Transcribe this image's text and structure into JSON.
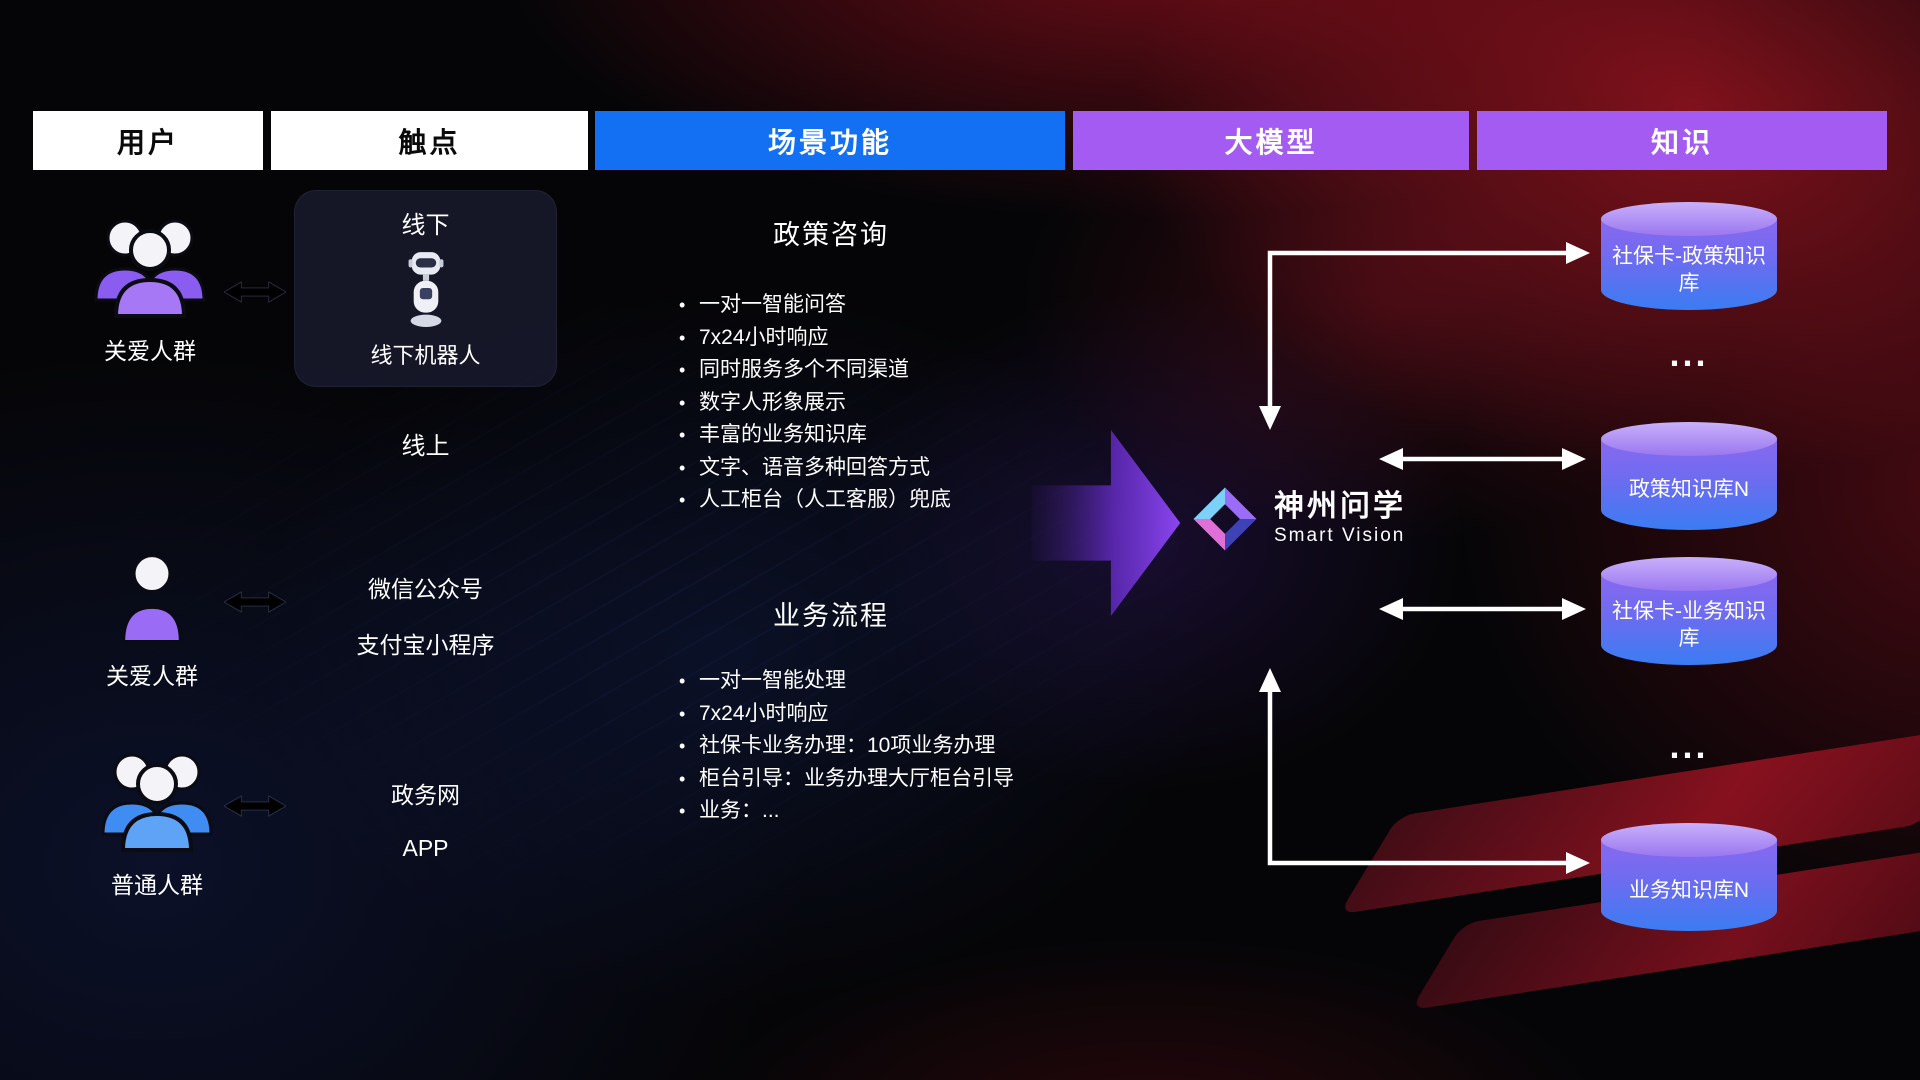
{
  "header": {
    "columns": [
      {
        "label": "用户",
        "style": "white"
      },
      {
        "label": "触点",
        "style": "white"
      },
      {
        "label": "场景功能",
        "style": "blue"
      },
      {
        "label": "大模型",
        "style": "purple"
      },
      {
        "label": "知识",
        "style": "purple"
      }
    ]
  },
  "users": [
    {
      "label": "关爱人群",
      "icon": "people-group",
      "color": "purple"
    },
    {
      "label": "关爱人群",
      "icon": "person",
      "color": "purple"
    },
    {
      "label": "普通人群",
      "icon": "people-group",
      "color": "blue"
    }
  ],
  "touchpoints": {
    "offline_title": "线下",
    "offline_robot": "线下机器人",
    "online_title": "线上",
    "channels": [
      "微信公众号",
      "支付宝小程序",
      "政务网",
      "APP"
    ]
  },
  "scenarios": [
    {
      "title": "政策咨询",
      "items": [
        "一对一智能问答",
        "7x24小时响应",
        "同时服务多个不同渠道",
        "数字人形象展示",
        "丰富的业务知识库",
        "文字、语音多种回答方式",
        "人工柜台（人工客服）兜底"
      ]
    },
    {
      "title": "业务流程",
      "items": [
        "一对一智能处理",
        "7x24小时响应",
        "社保卡业务办理：10项业务办理",
        "柜台引导：业务办理大厅柜台引导",
        "业务：..."
      ]
    }
  ],
  "model": {
    "name": "神州问学",
    "subtitle": "Smart Vision"
  },
  "knowledge": {
    "items": [
      {
        "type": "database",
        "label": "社保卡-政策知识库"
      },
      {
        "type": "ellipsis",
        "label": "..."
      },
      {
        "type": "database",
        "label": "政策知识库N"
      },
      {
        "type": "database",
        "label": "社保卡-业务知识库"
      },
      {
        "type": "ellipsis",
        "label": "..."
      },
      {
        "type": "database",
        "label": "业务知识库N"
      }
    ]
  },
  "colors": {
    "header_blue": "#1370f2",
    "header_purple": "#a45bf2",
    "db_top": "#c9b0fa",
    "db_purple": "#8a68ef",
    "db_blue": "#3b7cf2",
    "flow_arrow_purple": "#8b46f0",
    "background_red": "#9c1322",
    "connector_white": "#ffffff",
    "user_icon_purple": "#8a5cf0",
    "user_icon_blue": "#3f8cf2"
  }
}
